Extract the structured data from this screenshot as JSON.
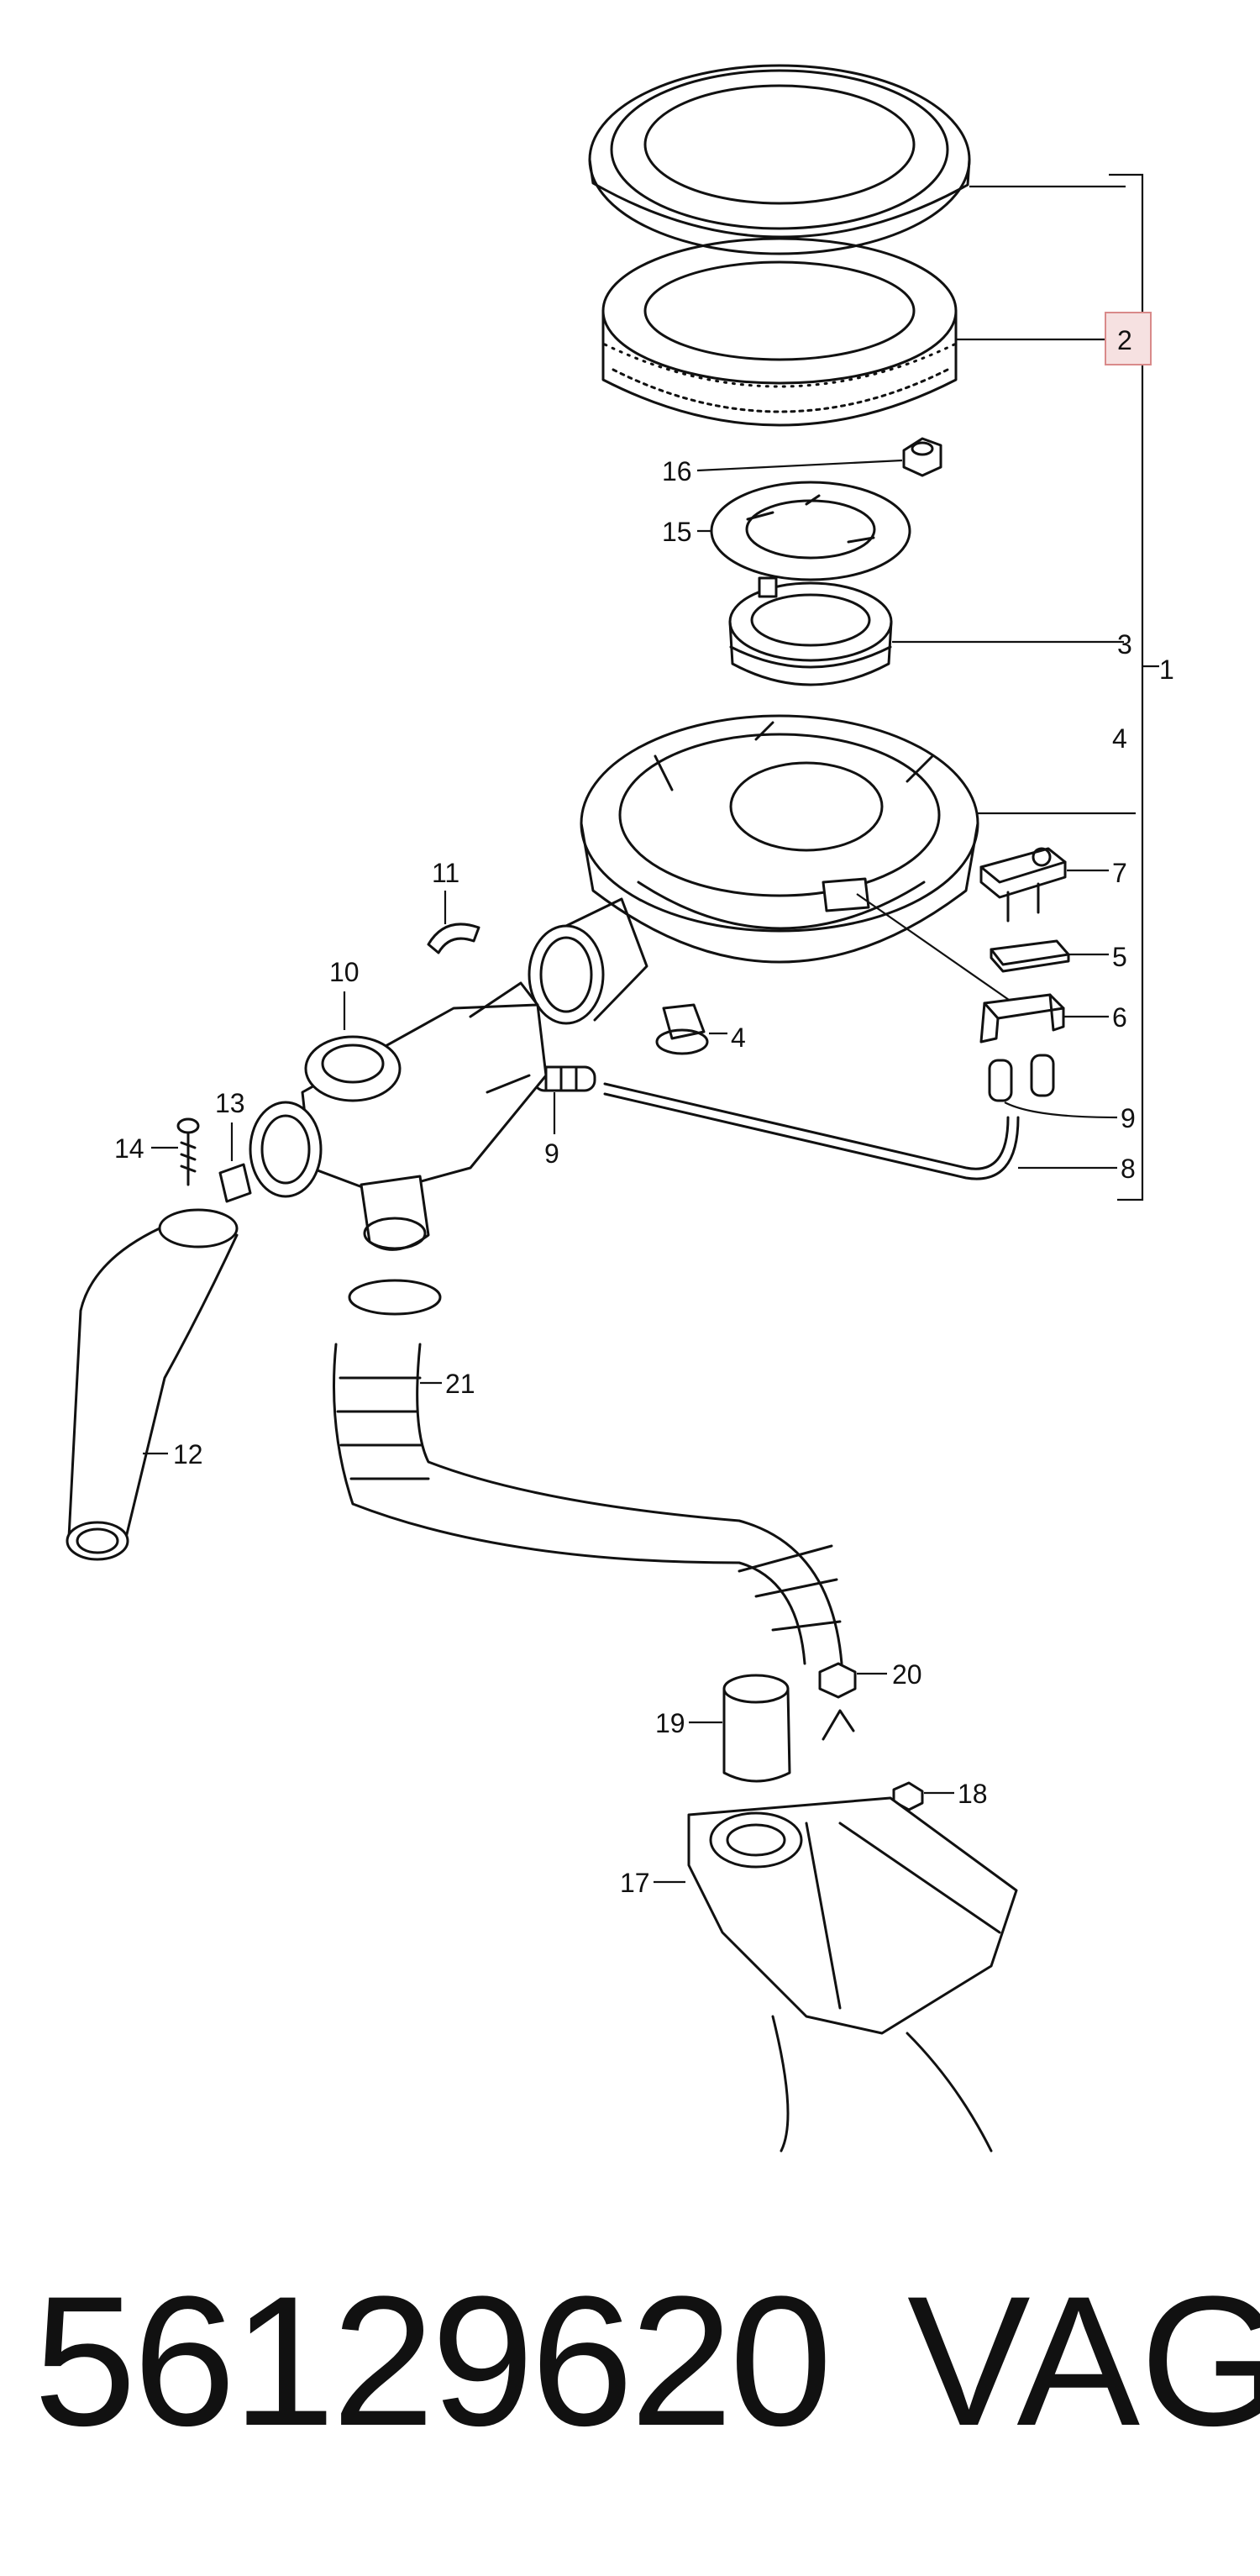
{
  "diagram": {
    "callouts": [
      {
        "id": "1",
        "label": "1"
      },
      {
        "id": "2",
        "label": "2"
      },
      {
        "id": "3",
        "label": "3"
      },
      {
        "id": "4a",
        "label": "4"
      },
      {
        "id": "4b",
        "label": "4"
      },
      {
        "id": "5",
        "label": "5"
      },
      {
        "id": "6",
        "label": "6"
      },
      {
        "id": "7",
        "label": "7"
      },
      {
        "id": "8",
        "label": "8"
      },
      {
        "id": "9a",
        "label": "9"
      },
      {
        "id": "9b",
        "label": "9"
      },
      {
        "id": "10",
        "label": "10"
      },
      {
        "id": "11",
        "label": "11"
      },
      {
        "id": "12",
        "label": "12"
      },
      {
        "id": "13",
        "label": "13"
      },
      {
        "id": "14",
        "label": "14"
      },
      {
        "id": "15",
        "label": "15"
      },
      {
        "id": "16",
        "label": "16"
      },
      {
        "id": "17",
        "label": "17"
      },
      {
        "id": "18",
        "label": "18"
      },
      {
        "id": "19",
        "label": "19"
      },
      {
        "id": "20",
        "label": "20"
      },
      {
        "id": "21",
        "label": "21"
      }
    ],
    "highlighted_callout": "2",
    "highlight_color": "#f6e1e1"
  },
  "footer": {
    "part_number": "56129620",
    "brand": "VAG"
  }
}
